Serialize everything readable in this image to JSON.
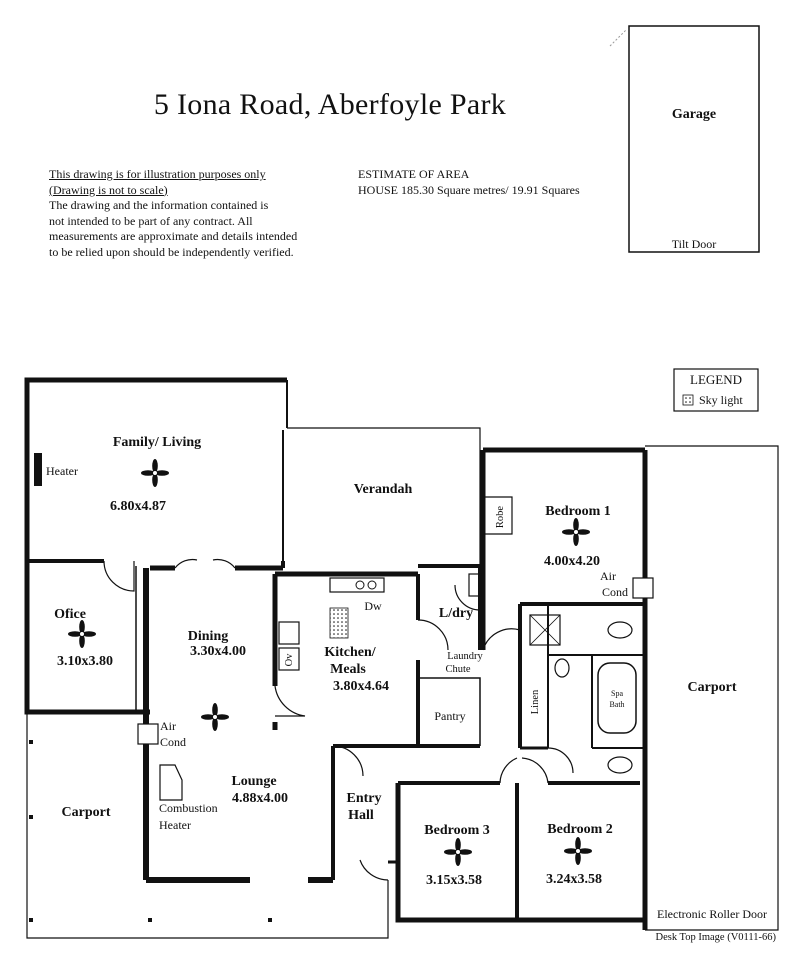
{
  "title": "5 Iona Road,  Aberfoyle Park",
  "disclaimer": {
    "line1": "This drawing is for illustration purposes only",
    "line2": "(Drawing is not to scale)",
    "line3": "The drawing and the information contained is",
    "line4": "not intended to be part of any contract.  All",
    "line5": "measurements are approximate and details intended",
    "line6": "to be relied upon should be independently verified."
  },
  "area": {
    "heading": "ESTIMATE OF AREA",
    "house": "HOUSE  185.30 Square metres/ 19.91 Squares"
  },
  "legend": {
    "title": "LEGEND",
    "skylight": "Sky light"
  },
  "garage": {
    "name": "Garage",
    "door": "Tilt Door"
  },
  "rooms": {
    "family": {
      "name": "Family/ Living",
      "dims": "6.80x4.87"
    },
    "heater": "Heater",
    "verandah": "Verandah",
    "bedroom1": {
      "name": "Bedroom 1",
      "dims": "4.00x4.20"
    },
    "robe": "Robe",
    "aircond1": [
      "Air",
      "Cond"
    ],
    "office": {
      "name": "Ofice",
      "dims": "3.10x3.80"
    },
    "dining": {
      "name": "Dining",
      "dims": "3.30x4.00"
    },
    "kitchen": {
      "name1": "Kitchen/",
      "name2": "Meals",
      "dims": "3.80x4.64"
    },
    "dw": "Dw",
    "ov": "Ov",
    "laundry": "L/dry",
    "chute": [
      "Laundry",
      "Chute"
    ],
    "pantry": "Pantry",
    "linen": "Linen",
    "spa": [
      "Spa",
      "Bath"
    ],
    "aircond2": [
      "Air",
      "Cond"
    ],
    "lounge": {
      "name": "Lounge",
      "dims": "4.88x4.00"
    },
    "combustion": [
      "Combustion",
      "Heater"
    ],
    "carport_left": "Carport",
    "carport_right": "Carport",
    "entry": [
      "Entry",
      "Hall"
    ],
    "bedroom3": {
      "name": "Bedroom 3",
      "dims": "3.15x3.58"
    },
    "bedroom2": {
      "name": "Bedroom 2",
      "dims": "3.24x3.58"
    },
    "roller": "Electronic Roller Door"
  },
  "footer": "Desk Top Image  (V0111-66)"
}
